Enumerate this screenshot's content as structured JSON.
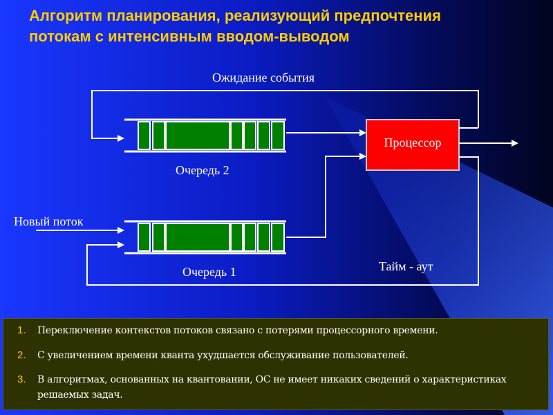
{
  "slide": {
    "title_line1": "Алгоритм планирования, реализующий предпочтения",
    "title_line2": "потокам с интенсивным вводом-выводом"
  },
  "diagram": {
    "wait_event_label": "Ожидание события",
    "processor_label": "Процессор",
    "queue2_label": "Очередь 2",
    "queue1_label": "Очередь 1",
    "new_thread_label": "Новый поток",
    "timeout_label": "Тайм - аут"
  },
  "notes": [
    {
      "number": "1.",
      "text": "Переключение контекстов потоков связано с потерями процессорного времени."
    },
    {
      "number": "2.",
      "text": "С увеличением времени кванта ухудшается обслуживание пользователей."
    },
    {
      "number": "3.",
      "text": "В алгоритмах, основанных на квантовании, ОС не имеет никаких сведений о характеристиках решаемых задач."
    }
  ],
  "colors": {
    "title": "#ffcc00",
    "queue_slot": "#008000",
    "processor": "#ff0000",
    "notes_panel": "#2e3100",
    "note_number": "#ffcc00"
  }
}
